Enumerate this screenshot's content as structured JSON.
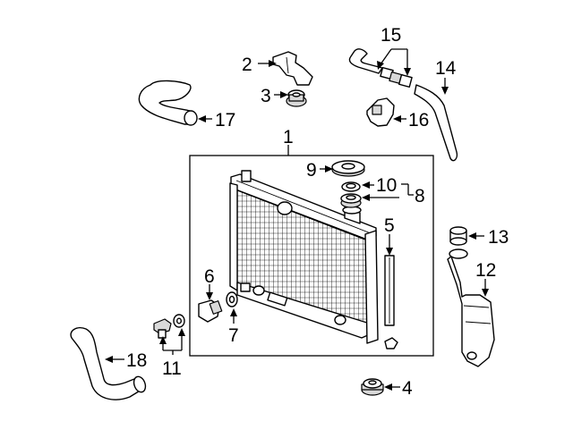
{
  "callouts": {
    "c1": "1",
    "c2": "2",
    "c3": "3",
    "c4": "4",
    "c5": "5",
    "c6": "6",
    "c7": "7",
    "c8": "8",
    "c9": "9",
    "c10": "10",
    "c11": "11",
    "c12": "12",
    "c13": "13",
    "c14": "14",
    "c15": "15",
    "c16": "16",
    "c17": "17",
    "c18": "18"
  },
  "colors": {
    "line": "#000000",
    "background": "#ffffff",
    "shade": "#d9d9d9"
  }
}
